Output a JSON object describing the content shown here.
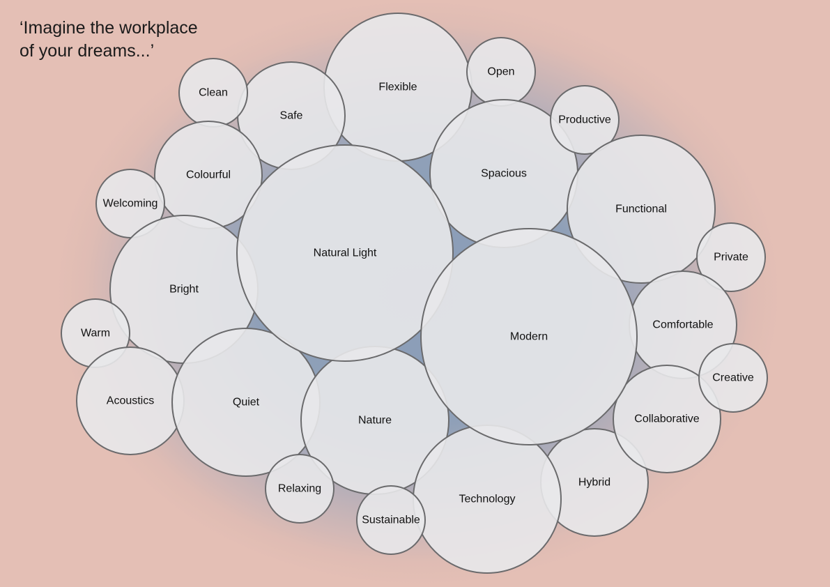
{
  "headline": "‘Imagine the workplace\nof your dreams...’",
  "colors": {
    "background_outer": "#e4bfb5",
    "background_inner": "#8a9db8",
    "bubble_fill": "#e8e8ea",
    "bubble_stroke": "#6a6a6c",
    "text": "#111111"
  },
  "bubbles": [
    {
      "label": "Flexible"
    },
    {
      "label": "Open"
    },
    {
      "label": "Safe"
    },
    {
      "label": "Clean"
    },
    {
      "label": "Colourful"
    },
    {
      "label": "Welcoming"
    },
    {
      "label": "Spacious"
    },
    {
      "label": "Productive"
    },
    {
      "label": "Functional"
    },
    {
      "label": "Private"
    },
    {
      "label": "Bright"
    },
    {
      "label": "Warm"
    },
    {
      "label": "Acoustics"
    },
    {
      "label": "Quiet"
    },
    {
      "label": "Natural Light"
    },
    {
      "label": "Nature"
    },
    {
      "label": "Relaxing"
    },
    {
      "label": "Sustainable"
    },
    {
      "label": "Technology"
    },
    {
      "label": "Hybrid"
    },
    {
      "label": "Comfortable"
    },
    {
      "label": "Collaborative"
    },
    {
      "label": "Creative"
    },
    {
      "label": "Modern"
    }
  ]
}
